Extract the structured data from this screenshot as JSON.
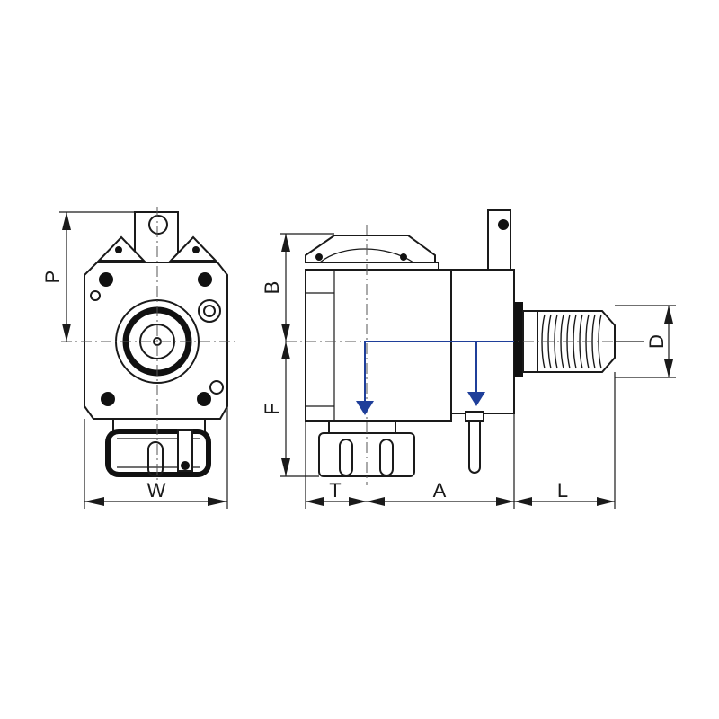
{
  "dimensions": {
    "P": "P",
    "B": "B",
    "F": "F",
    "D": "D",
    "W": "W",
    "T": "T",
    "A": "A",
    "L": "L"
  },
  "colors": {
    "line": "#1a1a1a",
    "flow": "#1f3f9a",
    "background": "#ffffff"
  }
}
